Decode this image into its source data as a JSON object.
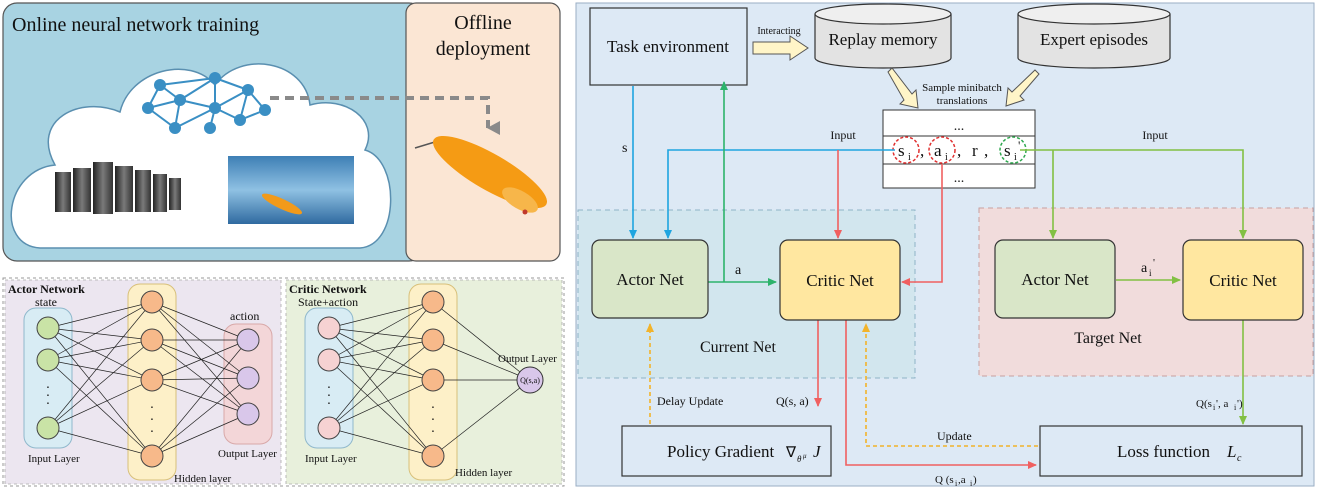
{
  "top_left": {
    "online_title": "Online neural network training",
    "offline_title_line1": "Offline",
    "offline_title_line2": "deployment"
  },
  "actor_panel": {
    "title": "Actor Network",
    "input_caption": "state",
    "output_caption": "action",
    "input_layer_label": "Input Layer",
    "hidden_layer_label": "Hidden layer",
    "output_layer_label": "Output Layer",
    "dots": "·"
  },
  "critic_panel": {
    "title": "Critic Network",
    "input_caption": "State+action",
    "input_layer_label": "Input Layer",
    "hidden_layer_label": "Hidden layer",
    "output_layer_label": "Output Layer",
    "output_node_text": "Q(s,a)",
    "dots": "·"
  },
  "rl_diagram": {
    "task_environment": "Task environment",
    "interacting": "Interacting",
    "replay_memory": "Replay memory",
    "expert_episodes": "Expert episodes",
    "sample_line1": "Sample minibatch",
    "sample_line2": "translations",
    "ellipsis": "...",
    "tuple_s": "s",
    "tuple_s_sub": "i",
    "tuple_a": "a",
    "tuple_a_sub": "i",
    "tuple_r": "r",
    "tuple_sp": "s",
    "tuple_sp_sub": "i",
    "tuple_sp_prime": "'",
    "comma": ",",
    "input_left": "Input",
    "input_right": "Input",
    "s_label": "s",
    "a_label": "a",
    "actor_net": "Actor Net",
    "critic_net": "Critic Net",
    "current_net": "Current Net",
    "target_actor_net": "Actor Net",
    "target_critic_net": "Critic Net",
    "target_net": "Target Net",
    "ai_prime": "a",
    "ai_prime_sub": "i",
    "ai_prime_mark": "'",
    "delay_update": "Delay Update",
    "q_sa": "Q(s, a)",
    "q_target": "Q(s",
    "q_target_sub1": "i",
    "q_target_mid": "', a",
    "q_target_sub2": "i",
    "q_target_end": "')",
    "policy_gradient": "Policy Gradient",
    "nabla": "∇",
    "theta_sub": "θ",
    "mu_sup": "μ",
    "j_symbol": "J",
    "update": "Update",
    "loss_function": "Loss function",
    "loss_l": "L",
    "loss_sub": "c",
    "q_si_ai": "Q (s",
    "q_si_ai_sub1": "i",
    "q_si_ai_mid": ",a",
    "q_si_ai_sub2": "i",
    "q_si_ai_end": ")"
  },
  "colors": {
    "blue_arrow": "#1fa5e0",
    "green_arrow": "#2db36b",
    "red_arrow": "#f06060",
    "light_green_arrow": "#82c043",
    "orange_dashed": "#f2b32a",
    "actor_fill": "#d9e6c8",
    "critic_fill": "#ffe7a0",
    "cloud_blue": "#add8e6"
  }
}
